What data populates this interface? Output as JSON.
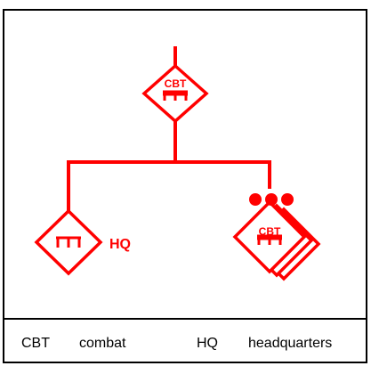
{
  "diagram": {
    "color": "#ff0000",
    "nodes": {
      "top": {
        "label": "CBT"
      },
      "left": {
        "side_label": "HQ"
      },
      "right": {
        "label": "CBT"
      }
    }
  },
  "legend": {
    "items": [
      {
        "abbr": "CBT",
        "meaning": "combat"
      },
      {
        "abbr": "HQ",
        "meaning": "headquarters"
      }
    ]
  }
}
